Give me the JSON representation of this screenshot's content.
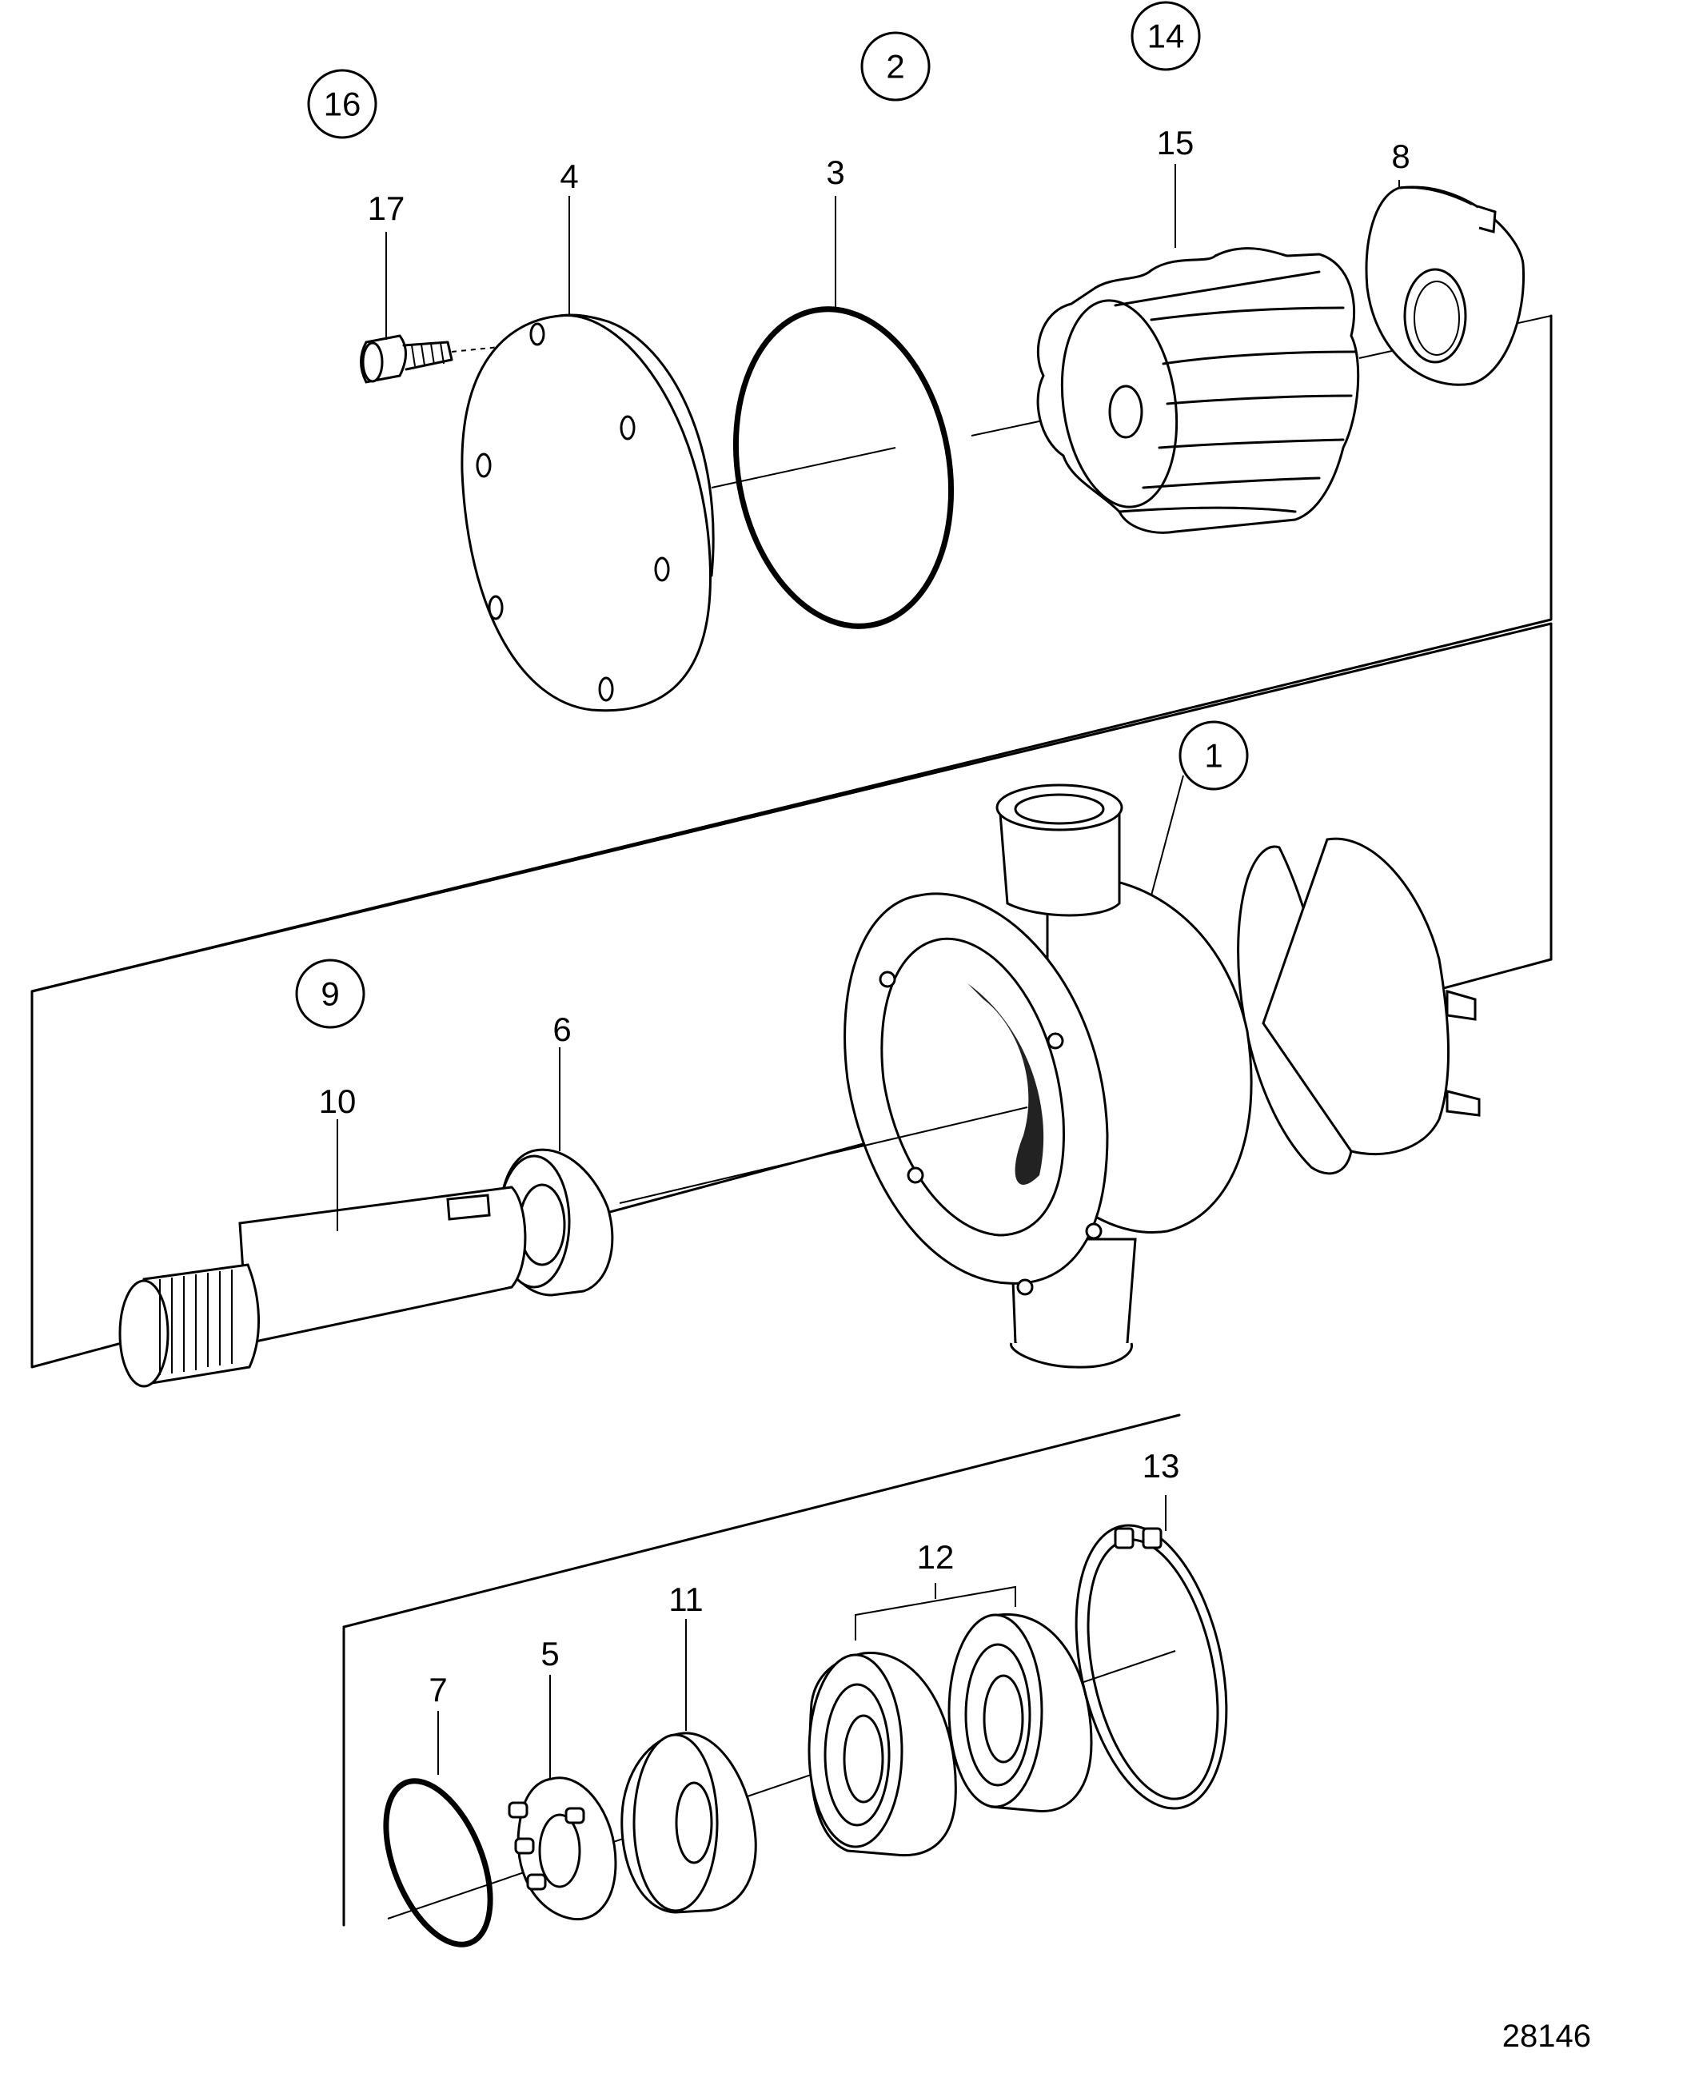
{
  "callouts": {
    "c1": "1",
    "c2": "2",
    "c3": "3",
    "c4": "4",
    "c5": "5",
    "c6": "6",
    "c7": "7",
    "c8": "8",
    "c9": "9",
    "c10": "10",
    "c11": "11",
    "c12": "12",
    "c13": "13",
    "c14": "14",
    "c15": "15",
    "c16": "16",
    "c17": "17"
  },
  "drawing_number": "28146"
}
